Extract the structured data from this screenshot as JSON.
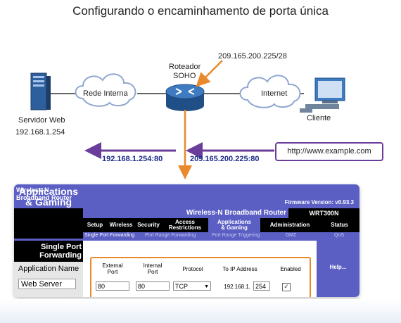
{
  "title": "Configurando o encaminhamento de porta única",
  "diagram": {
    "web_server_label": "Servidor Web",
    "web_server_ip": "192.168.1.254",
    "lan_cloud_label": "Rede Interna",
    "router_label_line1": "Roteador",
    "router_label_line2": "SOHO",
    "public_ip_label": "209.165.200.225/28",
    "internet_cloud_label": "Internet",
    "client_label": "Cliente",
    "internal_target": "192.168.1.254:80",
    "external_target": "209.165.200.225:80",
    "request_url": "http://www.example.com",
    "colors": {
      "arrow": "#6a3d9a",
      "highlight": "#e8892b",
      "cloud_stroke": "#8ea7cf"
    }
  },
  "router_ui": {
    "product_line1": "Wireless-N",
    "product_line2": "Broadband Router",
    "firmware": "Firmware Version: v0.93.3",
    "section_line1": "Applications",
    "section_line2": "& Gaming",
    "brand": "Wireless-N Broadband Router",
    "model": "WRT300N",
    "nav": {
      "setup": "Setup",
      "wireless": "Wireless",
      "security": "Security",
      "access_line1": "Access",
      "access_line2": "Restrictions",
      "apps_line1": "Applications",
      "apps_line2": "& Gaming",
      "administration": "Administration",
      "status": "Status"
    },
    "subnav": {
      "single": "Single Port Forwarding",
      "range": "Port Range Forwarding",
      "triggering": "Port Range Triggering",
      "dmz": "DMZ",
      "qos": "QoS"
    },
    "page_line1": "Single Port",
    "page_line2": "Forwarding",
    "headers": {
      "application_name": "Application Name",
      "external_port_line1": "External",
      "external_port_line2": "Port",
      "internal_port_line1": "Internal",
      "internal_port_line2": "Port",
      "protocol": "Protocol",
      "to_ip": "To IP Address",
      "enabled": "Enabled"
    },
    "row": {
      "application_name": "Web Server",
      "external_port": "80",
      "internal_port": "80",
      "protocol": "TCP",
      "ip_prefix": "192.168.1.",
      "ip_last": "254",
      "enabled": true
    },
    "help": "Help...",
    "colors": {
      "purple": "#5b5fc4",
      "black": "#000000"
    }
  }
}
